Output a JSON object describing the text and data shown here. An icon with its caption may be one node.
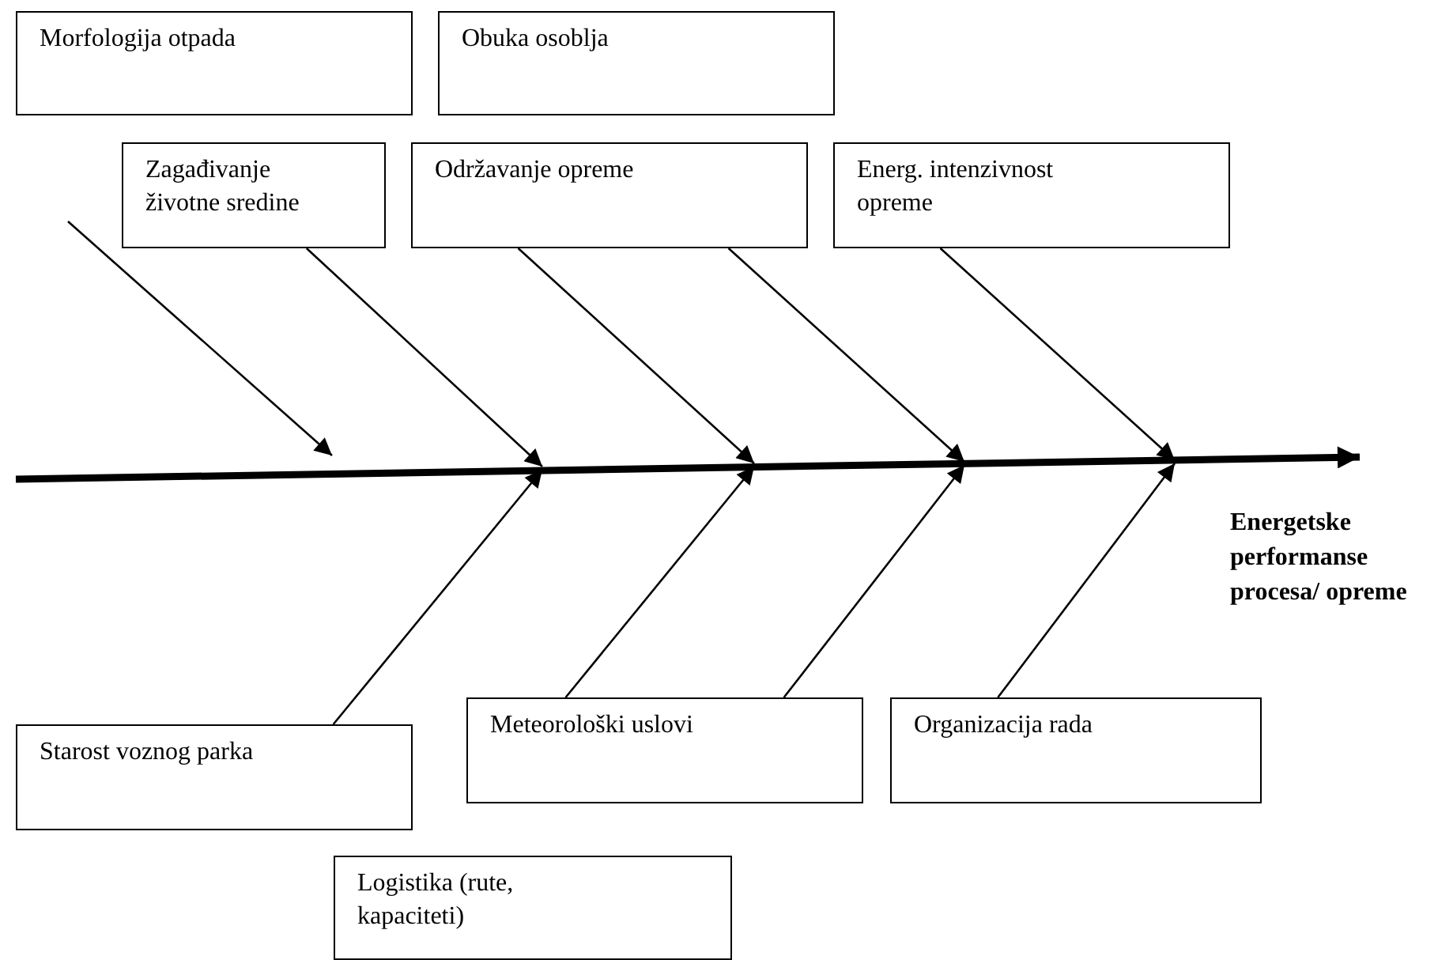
{
  "diagram": {
    "nodes": [
      {
        "text": [
          "Morfologija otpada"
        ]
      },
      {
        "text": [
          "Obuka osoblja"
        ]
      },
      {
        "text": [
          "Zagađivanje životne sredine"
        ]
      },
      {
        "text": [
          "Održavanje opreme"
        ]
      },
      {
        "text": [
          "Energ. intenzivnost opreme"
        ]
      },
      {
        "text": [
          "Energetske performanse procesa/ opreme"
        ]
      },
      {
        "text": [
          "Starost voznog parka"
        ]
      },
      {
        "text": [
          "Meteorološki uslovi"
        ]
      },
      {
        "text": [
          "Organizacija rada"
        ]
      },
      {
        "text": [
          "Logistika (rute, kapaciteti)"
        ]
      }
    ],
    "edges": [
      {
        "from": null,
        "to": 5,
        "arrow": "to",
        "style": "thick"
      },
      {
        "from": 2,
        "to": null,
        "arrow": "to"
      },
      {
        "from": 3,
        "to": null,
        "arrow": "to"
      },
      {
        "from": 3,
        "to": null,
        "arrow": "to"
      },
      {
        "from": 4,
        "to": null,
        "arrow": "to"
      },
      {
        "from": 6,
        "to": null,
        "arrow": "to"
      },
      {
        "from": 7,
        "to": null,
        "arrow": "to"
      },
      {
        "from": 7,
        "to": null,
        "arrow": "to"
      },
      {
        "from": 8,
        "to": null,
        "arrow": "to"
      }
    ]
  }
}
